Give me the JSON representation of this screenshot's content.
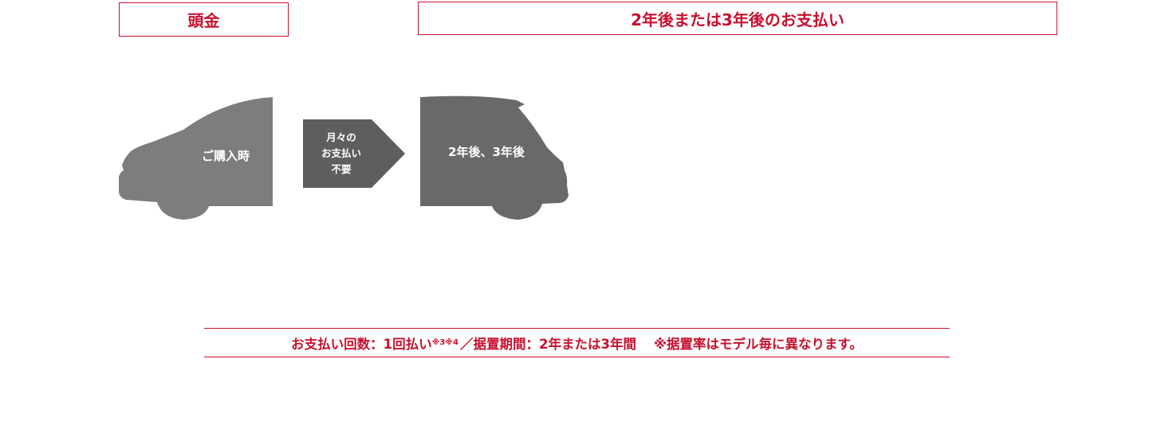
{
  "headers": {
    "down_payment": "頭金",
    "deferred_payment": "2年後または3年後のお支払い"
  },
  "diagram": {
    "purchase_label": "ご購入時",
    "arrow_lines": [
      "月々の",
      "お支払い",
      "不要"
    ],
    "later_label": "2年後、3年後"
  },
  "note": {
    "part1": "お支払い回数：1回払い",
    "sup": "※3※4",
    "part2": "／据置期間：2年または3年間",
    "part3": "※据置率はモデル毎に異なります。"
  },
  "colors": {
    "accent": "#c8102e",
    "car_front": "#7d7d7d",
    "car_rear": "#686968",
    "arrow": "#5e5e5e"
  }
}
